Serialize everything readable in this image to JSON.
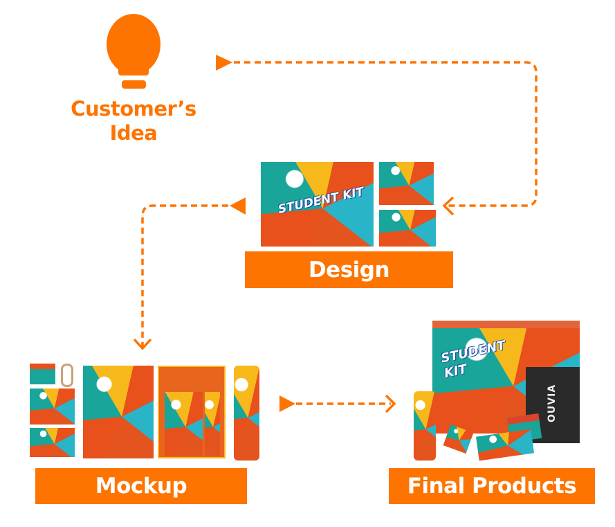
{
  "nodes": {
    "idea": {
      "line1": "Customer’s",
      "line2": "Idea",
      "icon": "lightbulb-icon"
    },
    "design": {
      "label": "Design"
    },
    "mockup": {
      "label": "Mockup"
    },
    "final": {
      "label": "Final Products"
    }
  },
  "artwork": {
    "kit_title": "STUDENT KIT",
    "brand": "OUVIA"
  },
  "colors": {
    "accent": "#fe7400"
  }
}
